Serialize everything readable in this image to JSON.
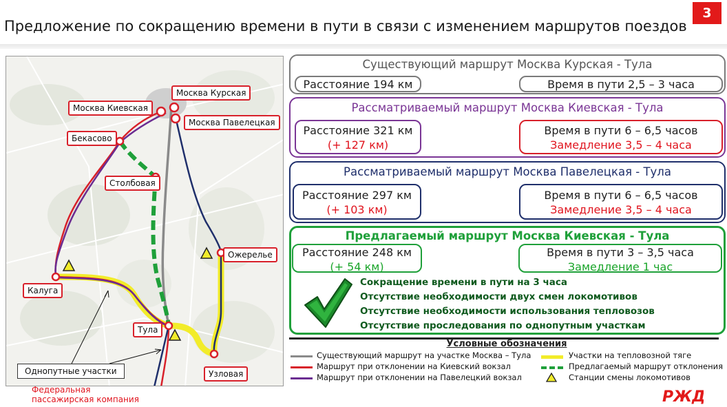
{
  "header": {
    "title": "Предложение по сокращению времени в пути в связи с изменением маршрутов поездов",
    "page_number": "3"
  },
  "map": {
    "stations": {
      "moscow_kursk": "Москва Курская",
      "moscow_kiev": "Москва Киевская",
      "moscow_paveletsk": "Москва Павелецкая",
      "bekasovo": "Бекасово",
      "stolbovaya": "Столбовая",
      "ozherelye": "Ожерелье",
      "kaluga": "Калуга",
      "tula": "Тула",
      "uzlovaya": "Узловая"
    },
    "single_track_label": "Однопутные участки"
  },
  "routes": {
    "existing": {
      "title": "Существующий маршрут Москва Курская - Тула",
      "distance": "Расстояние 194 км",
      "time": "Время в пути 2,5 – 3 часа"
    },
    "kiev": {
      "title": "Рассматриваемый маршрут Москва Киевская - Тула",
      "distance": "Расстояние 321 км",
      "distance_delta": "(+ 127 км)",
      "time": "Время в пути 6 – 6,5 часов",
      "slowdown": "Замедление 3,5 – 4 часа"
    },
    "paveletsk": {
      "title": "Рассматриваемый маршрут Москва Павелецкая - Тула",
      "distance": "Расстояние 297 км",
      "distance_delta": "(+ 103 км)",
      "time": "Время в пути 6 – 6,5 часов",
      "slowdown": "Замедление 3,5 – 4 часа"
    },
    "proposed": {
      "title": "Предлагаемый маршрут Москва Киевская - Тула",
      "distance": "Расстояние 248 км",
      "distance_delta": "(+ 54 км)",
      "time": "Время в пути 3 – 3,5 часа",
      "slowdown": "Замедление 1 час",
      "benefits": [
        "Сокращение времени в пути на 3 часа",
        "Отсутствие необходимости двух смен локомотивов",
        "Отсутствие необходимости использования тепловозов",
        "Отсутствие проследования по однопутным участкам"
      ]
    }
  },
  "legend": {
    "title": "Условные обозначения",
    "items": [
      "Существующий маршрут на участке Москва – Тула",
      "Маршрут при отклонении на Киевский вокзал",
      "Маршрут при отклонении на Павелецкий вокзал",
      "Участки на тепловозной тяге",
      "Предлагаемый маршрут отклонения",
      "Станции смены локомотивов"
    ]
  },
  "footer": {
    "company_line1": "Федеральная",
    "company_line2": "пассажирская компания",
    "logo_text": "РЖД"
  },
  "colors": {
    "accent_red": "#e21a1a",
    "existing_gray": "#8a8a8a",
    "kiev_red": "#d8202a",
    "paveletsk_purple": "#6b2c91",
    "diesel_yellow": "#f2ec2a",
    "proposed_green": "#1fa03a",
    "navy": "#1f2f6b"
  }
}
